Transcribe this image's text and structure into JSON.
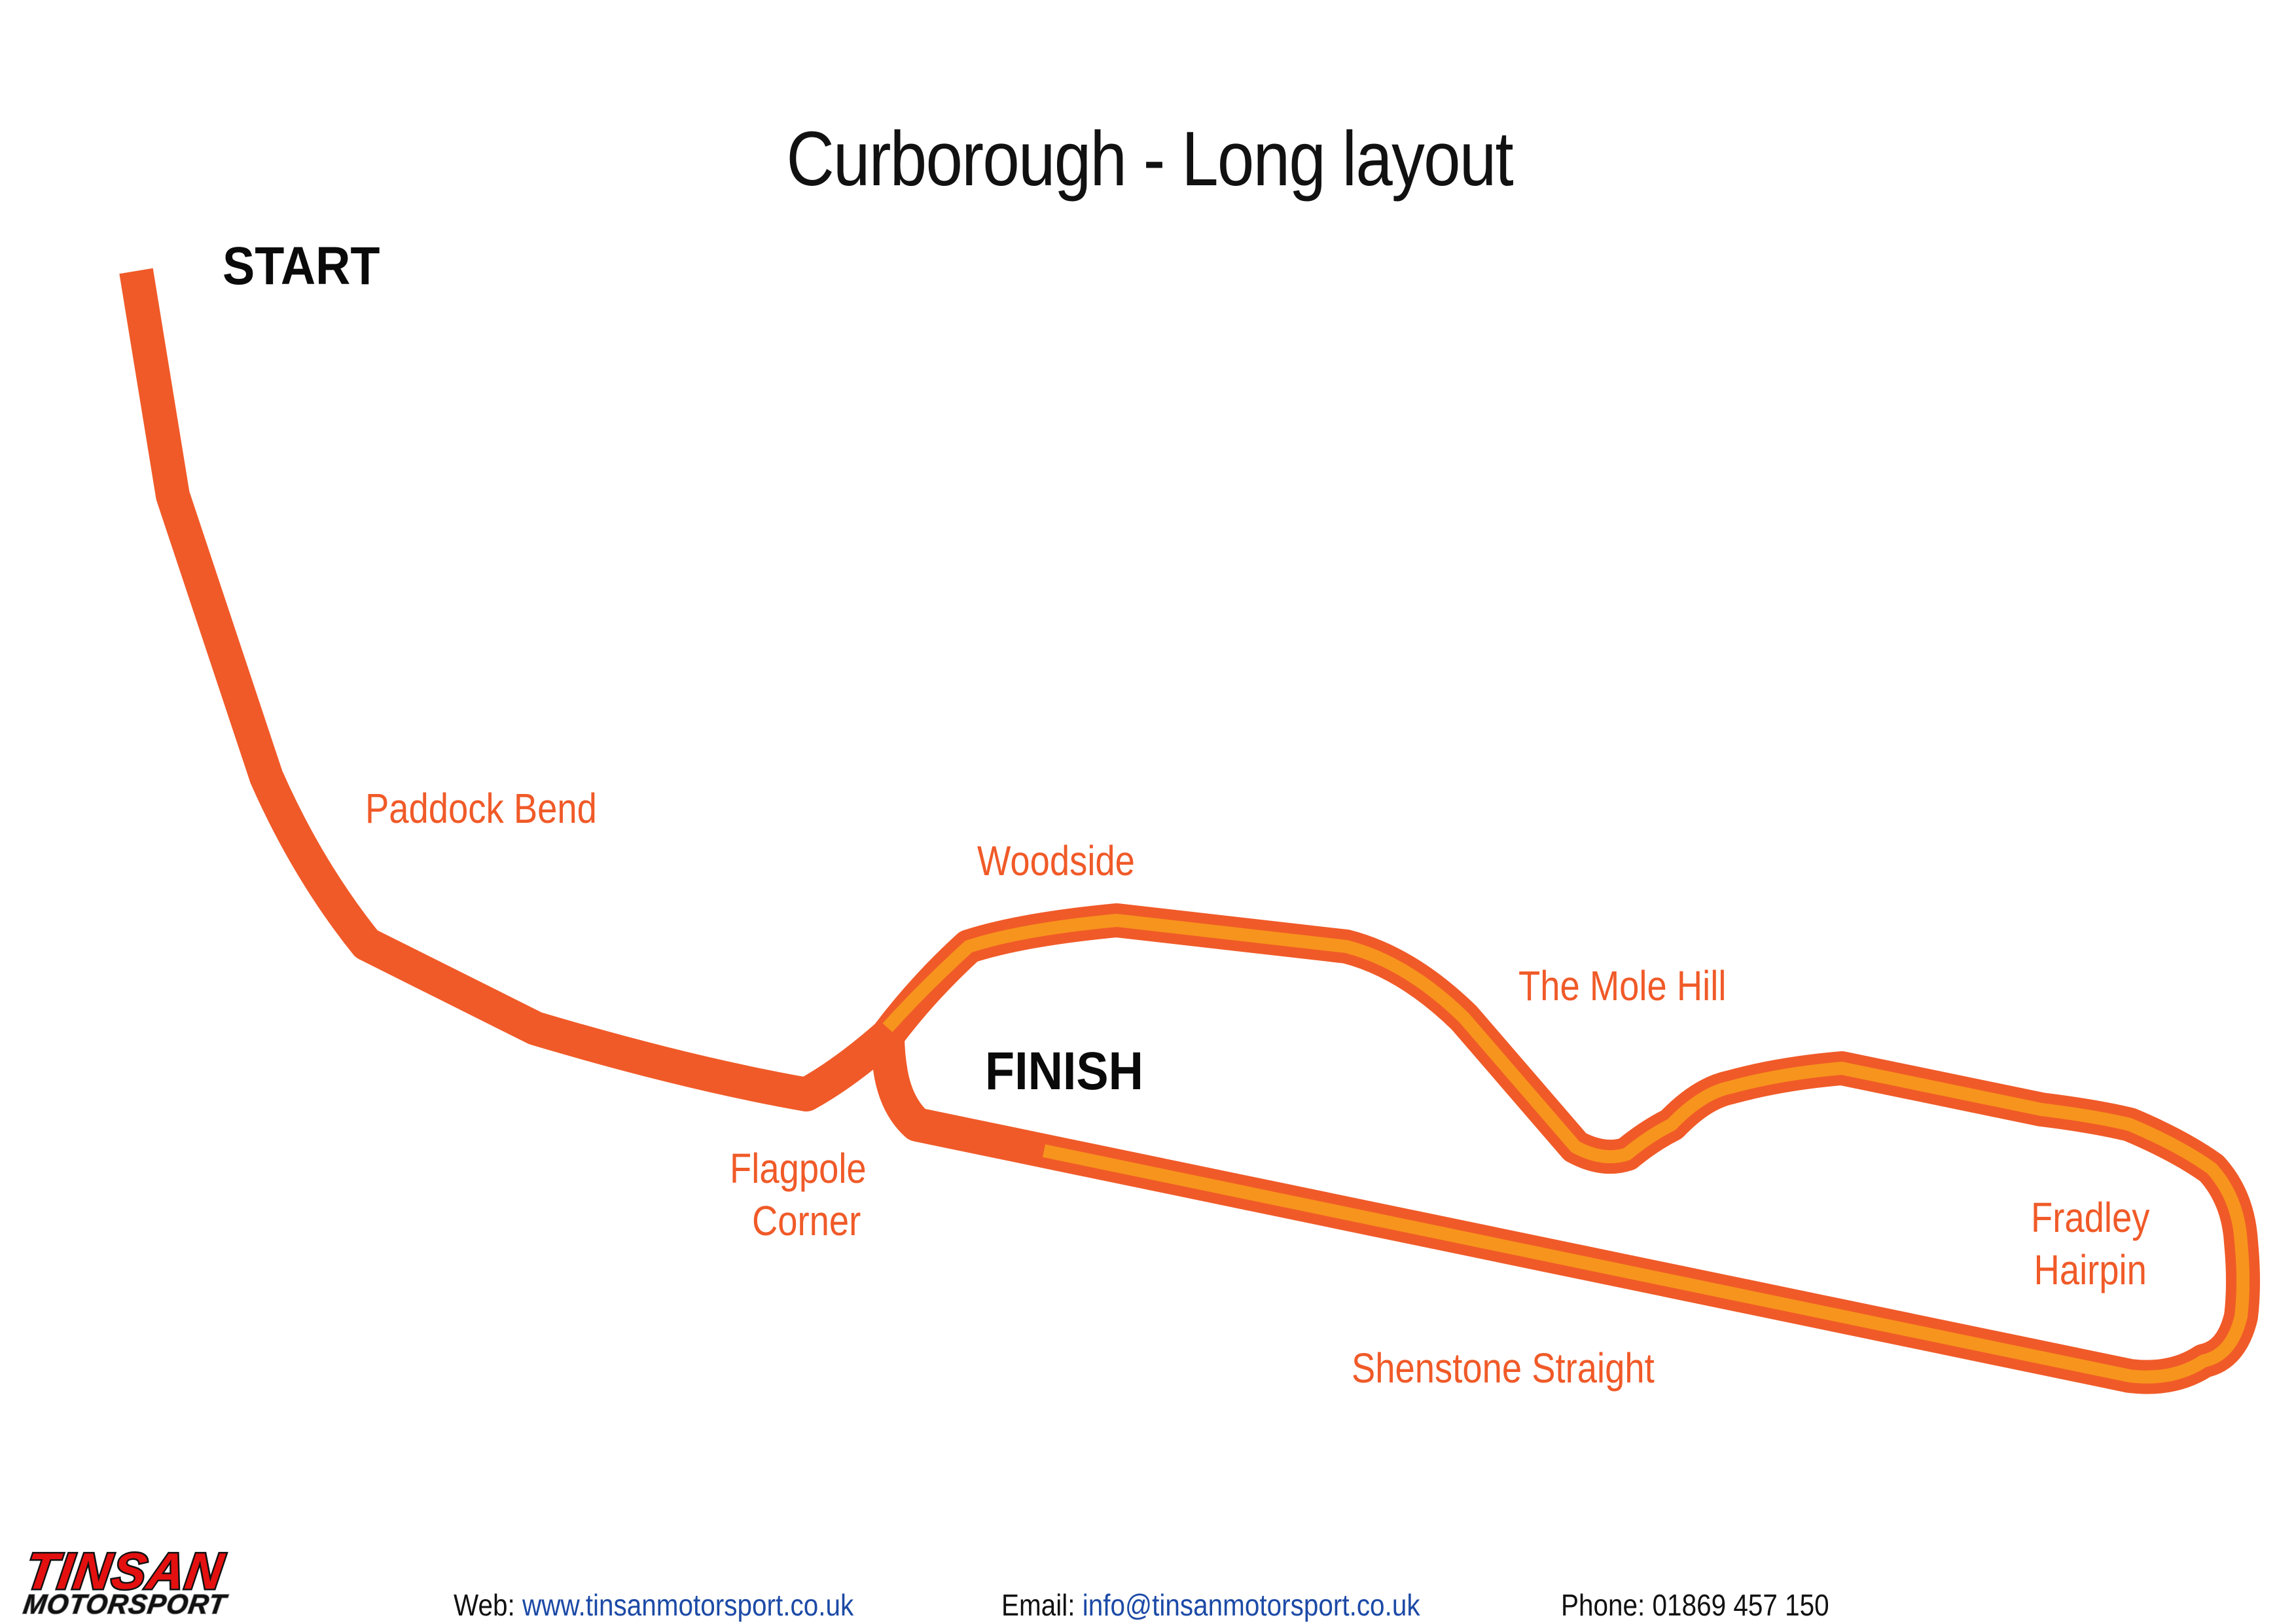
{
  "title": "Curborough - Long layout",
  "markers": {
    "start": "START",
    "finish": "FINISH"
  },
  "corners": [
    {
      "id": "paddock-bend",
      "label": "Paddock Bend"
    },
    {
      "id": "woodside",
      "label": "Woodside"
    },
    {
      "id": "mole-hill",
      "label": "The Mole Hill"
    },
    {
      "id": "flagpole-corner",
      "line1": "Flagpole",
      "line2": "Corner"
    },
    {
      "id": "fradley-hairpin",
      "line1": "Fradley",
      "line2": "Hairpin"
    },
    {
      "id": "shenstone-straight",
      "label": "Shenstone Straight"
    }
  ],
  "colors": {
    "track_outer": "#f05a28",
    "track_inner": "#f7941d",
    "label": "#f05a28",
    "link": "#1c4aa6"
  },
  "logo": {
    "line1": "TINSAN",
    "line2": "MOTORSPORT"
  },
  "footer": {
    "web_label": "Web:",
    "web_value": "www.tinsanmotorsport.co.uk",
    "email_label": "Email:",
    "email_value": "info@tinsanmotorsport.co.uk",
    "phone_label": "Phone:",
    "phone_value": "01869 457 150"
  }
}
